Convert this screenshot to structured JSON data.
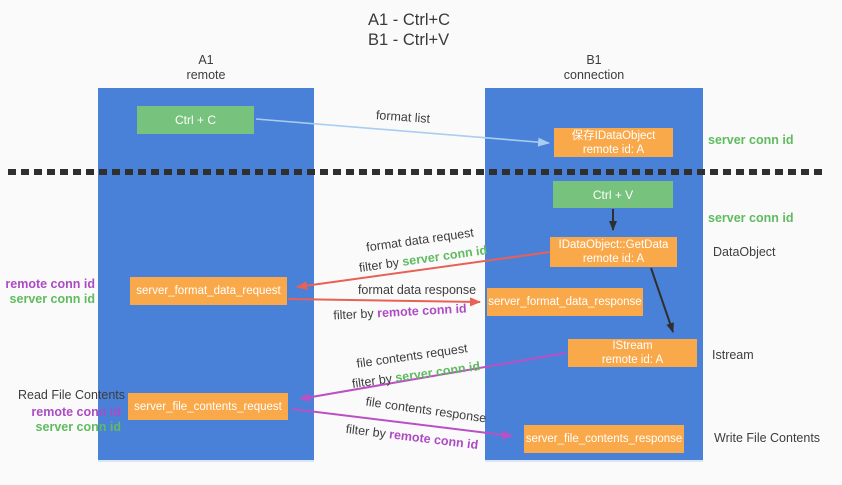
{
  "title": {
    "line1": "A1 - Ctrl+C",
    "line2": "B1 - Ctrl+V"
  },
  "lanes": {
    "left": {
      "name": "A1",
      "subtitle": "remote"
    },
    "right": {
      "name": "B1",
      "subtitle": "connection"
    }
  },
  "boxes": {
    "ctrl_c": "Ctrl + C",
    "ctrl_v": "Ctrl + V",
    "save_idataobject": {
      "line1": "保存IDataObject",
      "line2": "remote id: A"
    },
    "idataobject_getdata": {
      "line1": "IDataObject::GetData",
      "line2": "remote id: A"
    },
    "istream": {
      "line1": "IStream",
      "line2": "remote id: A"
    },
    "server_format_data_request": "server_format_data_request",
    "server_format_data_response": "server_format_data_response",
    "server_file_contents_request": "server_file_contents_request",
    "server_file_contents_response": "server_file_contents_response"
  },
  "arrow_labels": {
    "format_list": "format list",
    "format_data_request": "format data request",
    "format_data_response": "format data response",
    "file_contents_request": "file contents request",
    "file_contents_response": "file contents response",
    "filter_by": "filter by"
  },
  "side_labels": {
    "server_conn_id": "server conn id",
    "remote_conn_id": "remote conn id",
    "dataobject": "DataObject",
    "istream": "Istream",
    "read_file_contents": "Read File Contents",
    "write_file_contents": "Write File Contents"
  },
  "colors": {
    "lane_blue": "#4a81d8",
    "box_orange": "#f9a94a",
    "box_green": "#77c27d",
    "text_green": "#5fbb5f",
    "text_purple": "#ad4bc4",
    "arrow_red": "#e86056",
    "arrow_magenta": "#bb4fc4",
    "arrow_light_blue": "#a8cdf0",
    "arrow_black": "#2f2f2f",
    "text_dark": "#3d3d3d"
  }
}
